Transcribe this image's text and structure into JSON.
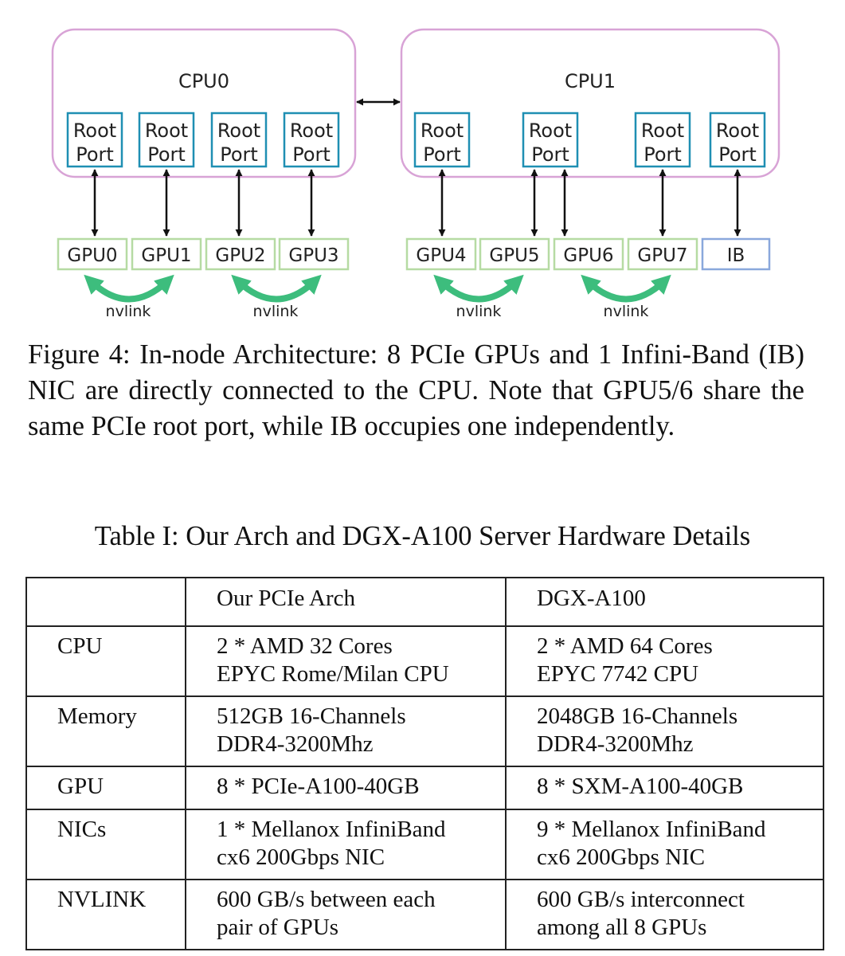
{
  "diagram": {
    "cpus": [
      {
        "name": "CPU0",
        "root_ports": [
          "Root\nPort",
          "Root\nPort",
          "Root\nPort",
          "Root\nPort"
        ]
      },
      {
        "name": "CPU1",
        "root_ports": [
          "Root\nPort",
          "Root\nPort",
          "Root\nPort",
          "Root\nPort"
        ]
      }
    ],
    "devices": [
      "GPU0",
      "GPU1",
      "GPU2",
      "GPU3",
      "GPU4",
      "GPU5",
      "GPU6",
      "GPU7",
      "IB"
    ],
    "nvlink_label": "nvlink",
    "colors": {
      "cpu_border": "#d8a3d6",
      "root_port_border": "#1f8fb3",
      "gpu_border": "#b6dba3",
      "ib_border": "#8aa8dc",
      "nvlink": "#3dbd7d",
      "arrow": "#111111"
    }
  },
  "caption": "Figure 4: In-node Architecture: 8 PCIe GPUs and 1 Infini-Band (IB) NIC are directly connected to the CPU. Note that GPU5/6 share the same PCIe root port, while IB occupies one independently.",
  "table": {
    "title": "Table I: Our Arch and DGX-A100 Server Hardware Details",
    "header": [
      "",
      "Our PCIe Arch",
      "DGX-A100"
    ],
    "rows": [
      [
        "CPU",
        "2 * AMD 32 Cores\nEPYC Rome/Milan CPU",
        "2 * AMD 64 Cores\nEPYC 7742 CPU"
      ],
      [
        "Memory",
        "512GB 16-Channels\nDDR4-3200Mhz",
        "2048GB 16-Channels\nDDR4-3200Mhz"
      ],
      [
        "GPU",
        "8 * PCIe-A100-40GB",
        "8 * SXM-A100-40GB"
      ],
      [
        "NICs",
        "1 * Mellanox InfiniBand\ncx6 200Gbps NIC",
        "9 * Mellanox InfiniBand\ncx6 200Gbps NIC"
      ],
      [
        "NVLINK",
        "600 GB/s between each\npair of GPUs",
        "600 GB/s interconnect\namong all 8 GPUs"
      ]
    ]
  }
}
